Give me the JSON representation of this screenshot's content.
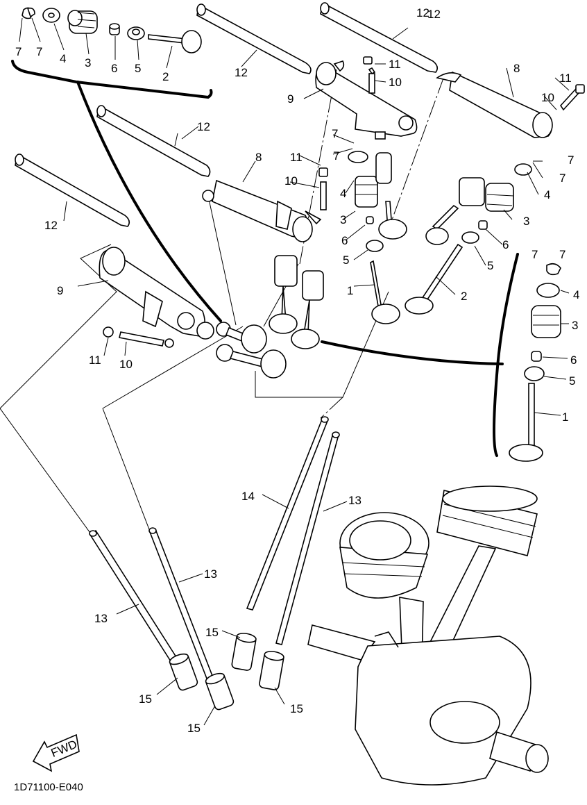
{
  "diagram": {
    "drawing_code": "1D71100-E040",
    "fwd_arrow_text": "FWD",
    "callouts": [
      {
        "id": "c1",
        "text": "7"
      },
      {
        "id": "c2",
        "text": "7"
      },
      {
        "id": "c3",
        "text": "4"
      },
      {
        "id": "c4",
        "text": "3"
      },
      {
        "id": "c5",
        "text": "6"
      },
      {
        "id": "c6",
        "text": "5"
      },
      {
        "id": "c7",
        "text": "2"
      },
      {
        "id": "c8",
        "text": "12"
      },
      {
        "id": "c9",
        "text": "12"
      },
      {
        "id": "c10",
        "text": "12"
      },
      {
        "id": "c11",
        "text": "8"
      },
      {
        "id": "c12",
        "text": "11"
      },
      {
        "id": "c13",
        "text": "10"
      },
      {
        "id": "c14",
        "text": "9"
      },
      {
        "id": "c15",
        "text": "7"
      },
      {
        "id": "c16",
        "text": "7"
      },
      {
        "id": "c17",
        "text": "12"
      },
      {
        "id": "c18",
        "text": "8"
      },
      {
        "id": "c19",
        "text": "11"
      },
      {
        "id": "c20",
        "text": "10"
      },
      {
        "id": "c21",
        "text": "4"
      },
      {
        "id": "c22",
        "text": "3"
      },
      {
        "id": "c23",
        "text": "6"
      },
      {
        "id": "c24",
        "text": "5"
      },
      {
        "id": "c25",
        "text": "11"
      },
      {
        "id": "c26",
        "text": "10"
      },
      {
        "id": "c27",
        "text": "7"
      },
      {
        "id": "c28",
        "text": "7"
      },
      {
        "id": "c29",
        "text": "4"
      },
      {
        "id": "c30",
        "text": "3"
      },
      {
        "id": "c31",
        "text": "6"
      },
      {
        "id": "c32",
        "text": "5"
      },
      {
        "id": "c33",
        "text": "12"
      },
      {
        "id": "c34",
        "text": "9"
      },
      {
        "id": "c35",
        "text": "1"
      },
      {
        "id": "c36",
        "text": "2"
      },
      {
        "id": "c37",
        "text": "7"
      },
      {
        "id": "c38",
        "text": "7"
      },
      {
        "id": "c39",
        "text": "4"
      },
      {
        "id": "c40",
        "text": "3"
      },
      {
        "id": "c41",
        "text": "6"
      },
      {
        "id": "c42",
        "text": "5"
      },
      {
        "id": "c43",
        "text": "1"
      },
      {
        "id": "c44",
        "text": "11"
      },
      {
        "id": "c45",
        "text": "10"
      },
      {
        "id": "c46",
        "text": "14"
      },
      {
        "id": "c47",
        "text": "13"
      },
      {
        "id": "c48",
        "text": "13"
      },
      {
        "id": "c49",
        "text": "13"
      },
      {
        "id": "c50",
        "text": "15"
      },
      {
        "id": "c51",
        "text": "15"
      },
      {
        "id": "c52",
        "text": "15"
      },
      {
        "id": "c53",
        "text": "15"
      }
    ]
  }
}
